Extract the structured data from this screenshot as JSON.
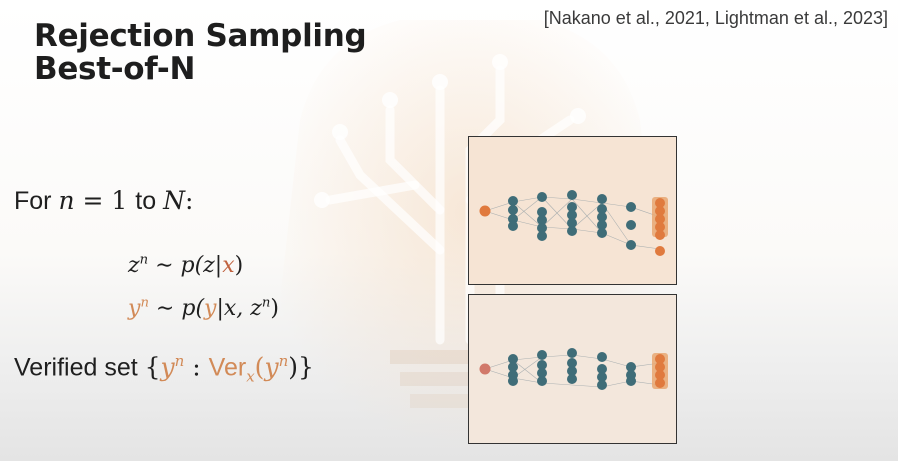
{
  "slide": {
    "title_line1": "Rejection Sampling",
    "title_line2": "Best-of-N",
    "citation": "[Nakano et al., 2021, Lightman et al., 2023]"
  },
  "algorithm": {
    "for_prefix": "For ",
    "for_var": "n",
    "for_eq": " = 1 ",
    "for_to": "to ",
    "for_upper": "N",
    "for_colon": ":",
    "z_sample": {
      "lhs": "z",
      "sup": "n",
      "op": " ∼ p(z|",
      "cond": "x",
      "close": ")"
    },
    "y_sample": {
      "lhs": "y",
      "sup": "n",
      "op": " ∼ p(",
      "y": "y",
      "rest": "|x, z",
      "sup2": "n",
      "close": ")"
    },
    "verified": {
      "label": "Verified set ",
      "open": "{",
      "y": "y",
      "sup": "n",
      "colon": " : ",
      "ver": "Ver",
      "sub": "x",
      "arg_open": "(",
      "arg_y": "y",
      "arg_sup": "n",
      "arg_close": ")}"
    }
  },
  "colors": {
    "title": "#1e1e1e",
    "accent_orange": "#d28a57",
    "node_teal": "#3f6d78",
    "node_orange": "#e07a3e",
    "panel_fill": "#f6e4d4"
  },
  "icons": {
    "watermark": "tree-circuit-logo",
    "network_top": "neural-network-diagram",
    "network_bottom": "neural-network-diagram"
  }
}
